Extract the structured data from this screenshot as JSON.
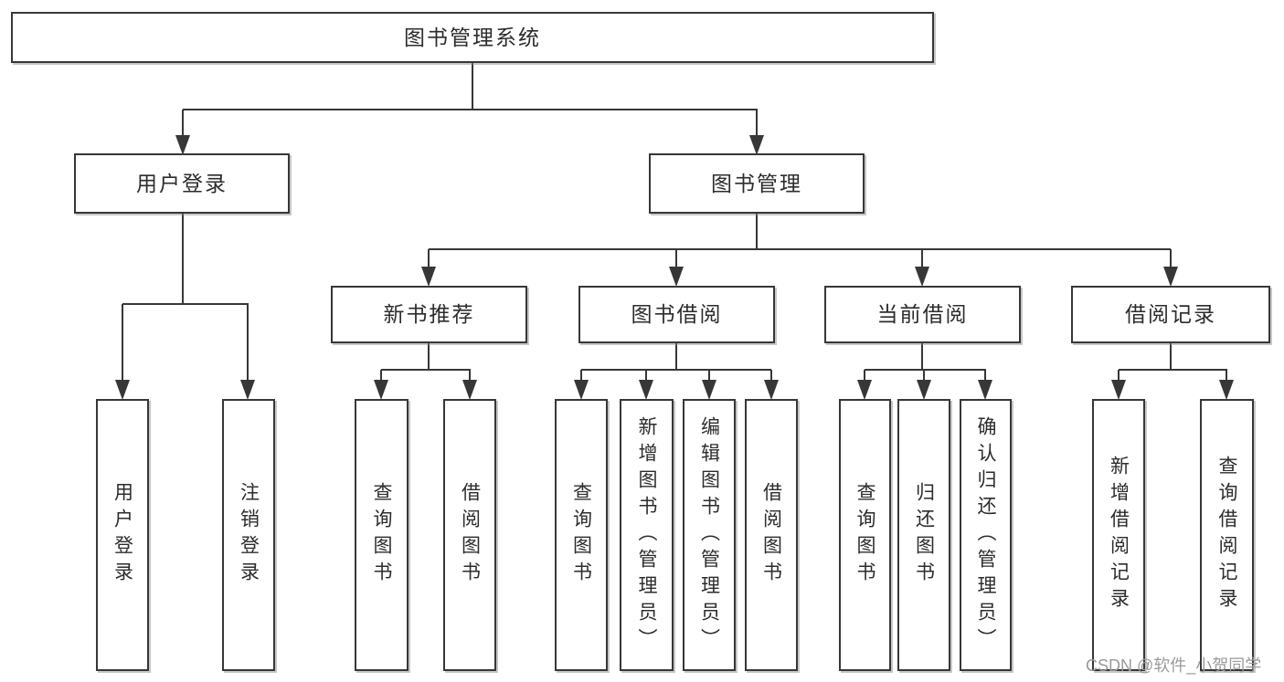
{
  "colors": {
    "background": "#ffffff",
    "line": "#373737",
    "box_border": "#373737",
    "box_fill": "#ffffff",
    "text": "#2c2c2c",
    "watermark": "#9b9b9b"
  },
  "tree": {
    "root": {
      "label": "图书管理系统"
    },
    "branches": [
      {
        "label": "用户登录",
        "children": [
          {
            "label": "用户登录"
          },
          {
            "label": "注销登录"
          }
        ]
      },
      {
        "label": "图书管理",
        "children": [
          {
            "label": "新书推荐",
            "children": [
              {
                "label": "查询图书"
              },
              {
                "label": "借阅图书"
              }
            ]
          },
          {
            "label": "图书借阅",
            "children": [
              {
                "label": "查询图书"
              },
              {
                "label": "新增图书（管理员）"
              },
              {
                "label": "编辑图书（管理员）"
              },
              {
                "label": "借阅图书"
              }
            ]
          },
          {
            "label": "当前借阅",
            "children": [
              {
                "label": "查询图书"
              },
              {
                "label": "归还图书"
              },
              {
                "label": "确认归还（管理员）"
              }
            ]
          },
          {
            "label": "借阅记录",
            "children": [
              {
                "label": "新增借阅记录"
              },
              {
                "label": "查询借阅记录"
              }
            ]
          }
        ]
      }
    ]
  },
  "watermark": {
    "text": "CSDN @软件_小贺同学"
  }
}
